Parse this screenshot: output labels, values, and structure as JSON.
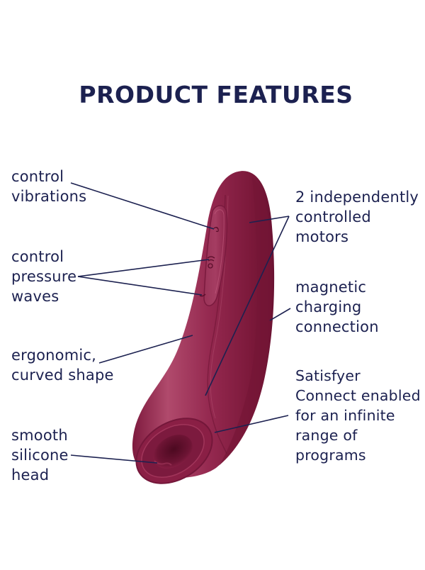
{
  "title": "PRODUCT FEATURES",
  "colors": {
    "text": "#1c2150",
    "callout_line": "#1c2150",
    "device_base": "#8e2148",
    "device_highlight": "#b4506f",
    "device_shadow": "#6a1232",
    "background": "#ffffff"
  },
  "features": {
    "left": [
      {
        "id": "control-vibrations",
        "text": "control\nvibrations"
      },
      {
        "id": "control-pressure-waves",
        "text": "control\npressure\nwaves"
      },
      {
        "id": "ergonomic-shape",
        "text": "ergonomic,\ncurved shape"
      },
      {
        "id": "silicone-head",
        "text": "smooth\nsilicone\nhead"
      }
    ],
    "right": [
      {
        "id": "two-motors",
        "text": "2 independently\ncontrolled\nmotors"
      },
      {
        "id": "magnetic-charging",
        "text": "magnetic\ncharging\nconnection"
      },
      {
        "id": "satisfyer-connect",
        "text": "Satisfyer\nConnect enabled\nfor an infinite\nrange of\nprograms"
      }
    ]
  },
  "icons": {
    "device": "product-device-illustration",
    "button_vibration": "vibration-button-icon",
    "button_pressure": "pressure-wave-button-icon",
    "button_minus": "minus-button-icon"
  }
}
